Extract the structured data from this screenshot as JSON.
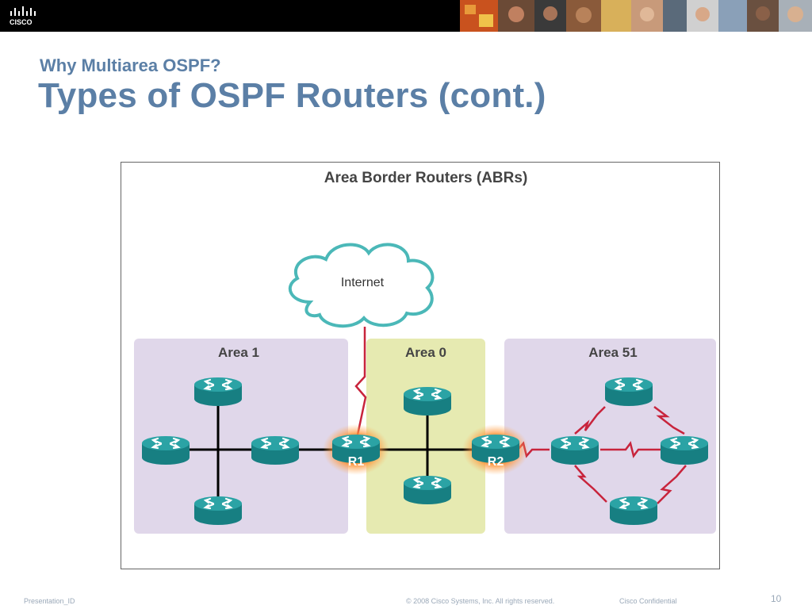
{
  "header": {
    "subtitle": "Why Multiarea OSPF?",
    "title": "Types of OSPF Routers (cont.)",
    "logo_text": "CISCO"
  },
  "diagram": {
    "title": "Area Border Routers (ABRs)",
    "cloud_label": "Internet",
    "areas": [
      {
        "label": "Area 1",
        "color": "#e0d7ea"
      },
      {
        "label": "Area 0",
        "color": "#e6eab1"
      },
      {
        "label": "Area 51",
        "color": "#e0d7ea"
      }
    ],
    "routers": {
      "r1": "R1",
      "r2": "R2"
    },
    "colors": {
      "router": "#1a8a8c",
      "router_top": "#2aa4a6",
      "glow": "#ff7a1a",
      "serial_link": "#c8243c",
      "ethernet_link": "#000000",
      "cloud_stroke": "#4bb8b8"
    }
  },
  "footer": {
    "presentation_id": "Presentation_ID",
    "copyright": "© 2008 Cisco Systems, Inc. All rights reserved.",
    "confidential": "Cisco Confidential",
    "page_number": "10"
  }
}
